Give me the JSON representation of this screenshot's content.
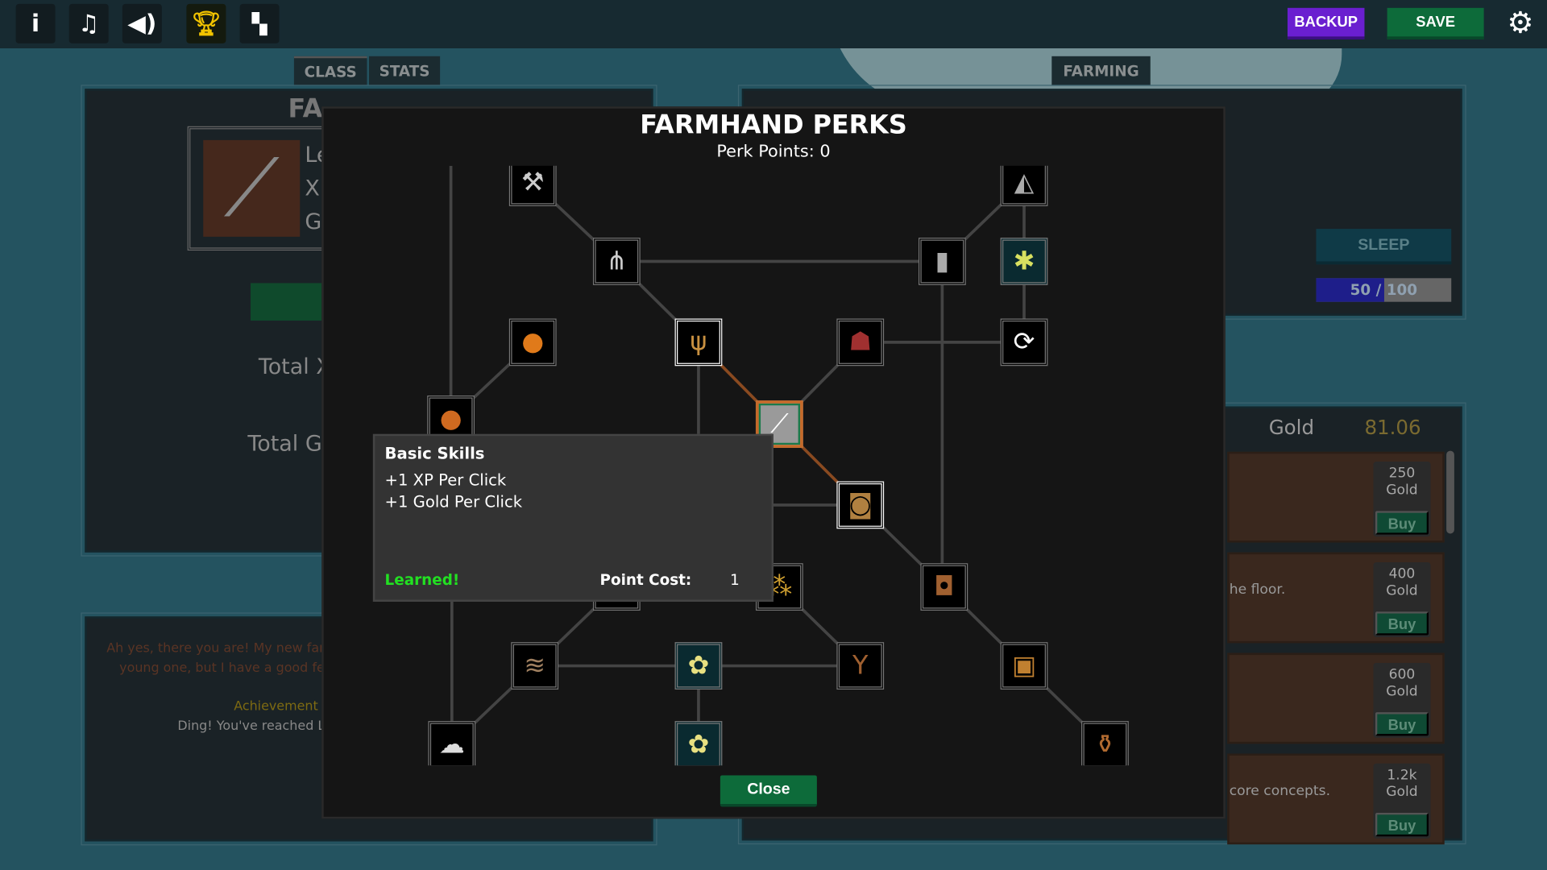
{
  "toolbar": {
    "icons": [
      "info-icon",
      "music-icon",
      "sound-icon",
      "trophy-icon",
      "map-icon"
    ],
    "backup_label": "BACKUP",
    "save_label": "SAVE",
    "accent_backup": "#6a1fd0",
    "accent_save": "#0d6b3a"
  },
  "left_panel": {
    "tabs": [
      "CLASS",
      "STATS"
    ],
    "title_fragment": "FA",
    "stat_fragments": [
      "Le",
      "XI",
      "G"
    ],
    "total_xp_fragment": "Total X",
    "total_gold_fragment": "Total G"
  },
  "log": {
    "lines": [
      "Ah yes, there you are! My new farm",
      "young one, but I have a good fe"
    ],
    "achievement_label": "Achievement",
    "achievement_text": "Ding! You've reached L"
  },
  "right_panel": {
    "tab": "FARMING",
    "sleep_label": "SLEEP",
    "energy": {
      "current": "50",
      "separator": "/",
      "max": "100",
      "fraction": 0.5
    },
    "gold_label": "Gold",
    "gold_value": "81.06",
    "shop": [
      {
        "desc": "",
        "price": "250",
        "unit": "Gold",
        "buy": "Buy"
      },
      {
        "desc": "he floor.",
        "price": "400",
        "unit": "Gold",
        "buy": "Buy"
      },
      {
        "desc": "",
        "price": "600",
        "unit": "Gold",
        "buy": "Buy"
      },
      {
        "desc": "core concepts.",
        "price": "1.2k",
        "unit": "Gold",
        "buy": "Buy"
      }
    ]
  },
  "modal": {
    "title": "FARMHAND PERKS",
    "perk_points_label": "Perk Points:",
    "perk_points": "0",
    "close_label": "Close",
    "tooltip": {
      "name": "Basic Skills",
      "effects": [
        "+1 XP Per Click",
        "+1 Gold Per Click"
      ],
      "status": "Learned!",
      "cost_label": "Point Cost:",
      "cost": "1"
    }
  }
}
